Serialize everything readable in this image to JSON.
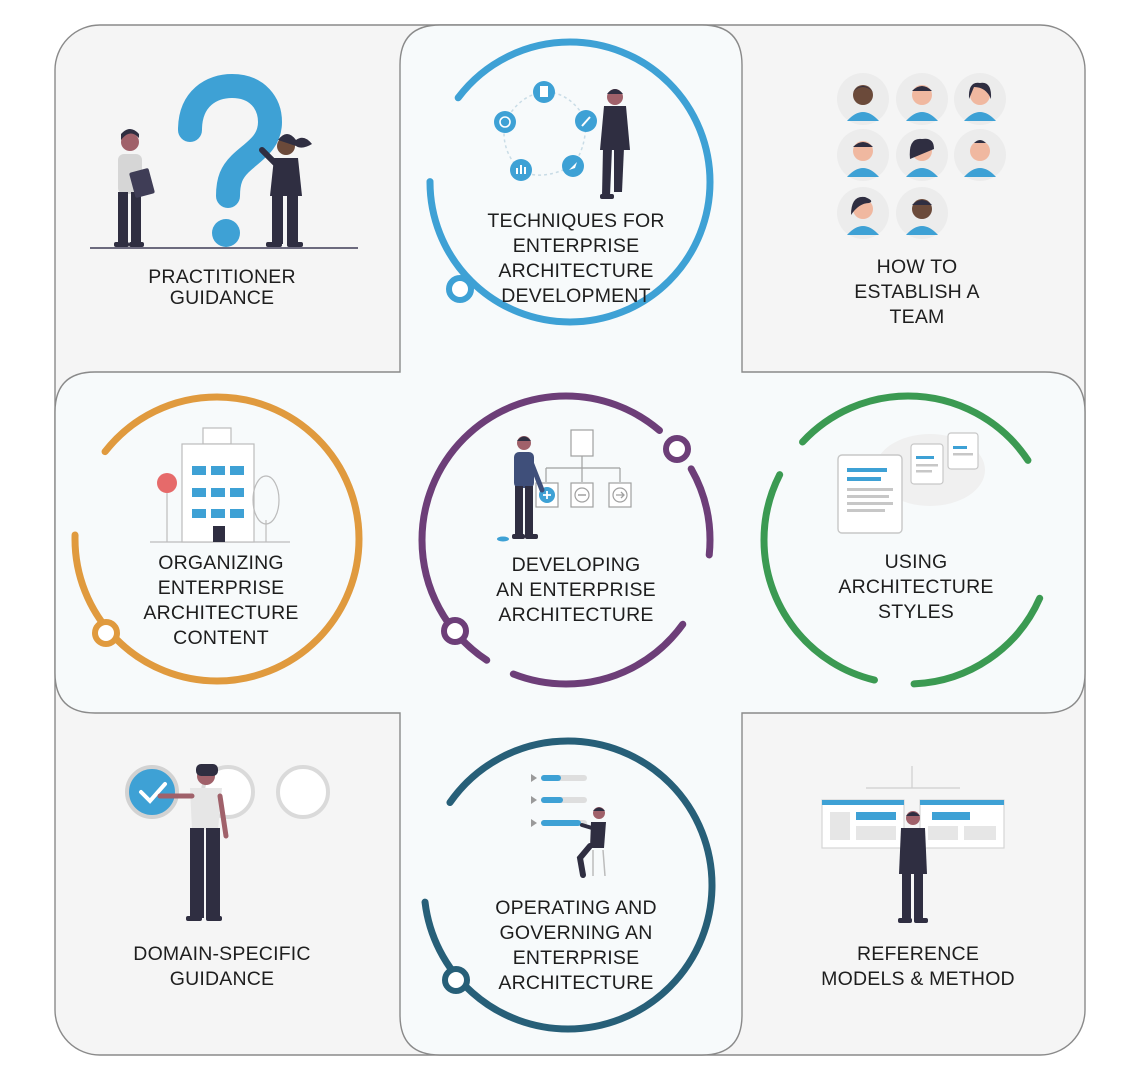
{
  "sections": {
    "practitioner": {
      "lines": [
        "PRACTITIONER",
        "GUIDANCE"
      ]
    },
    "techniques": {
      "lines": [
        "TECHNIQUES FOR",
        "ENTERPRISE",
        "ARCHITECTURE",
        "DEVELOPMENT"
      ],
      "ring_color": "#3ea1d5"
    },
    "team": {
      "lines": [
        "HOW TO",
        "ESTABLISH A",
        "TEAM"
      ]
    },
    "organizing": {
      "lines": [
        "ORGANIZING",
        "ENTERPRISE",
        "ARCHITECTURE",
        "CONTENT"
      ],
      "ring_color": "#e09a3e"
    },
    "developing": {
      "lines": [
        "DEVELOPING",
        "AN ENTERPRISE",
        "ARCHITECTURE"
      ],
      "ring_color": "#6d3e78"
    },
    "styles": {
      "lines": [
        "USING",
        "ARCHITECTURE",
        "STYLES"
      ],
      "ring_color": "#3b9a52"
    },
    "domain": {
      "lines": [
        "DOMAIN-SPECIFIC",
        "GUIDANCE"
      ]
    },
    "operating": {
      "lines": [
        "OPERATING AND",
        "GOVERNING AN",
        "ENTERPRISE",
        "ARCHITECTURE"
      ],
      "ring_color": "#275f78"
    },
    "reference": {
      "lines": [
        "REFERENCE",
        "MODELS & METHOD"
      ]
    }
  },
  "colors": {
    "panel_fill": "#f5f5f5",
    "cross_fill": "#f7fafb",
    "outline": "#8a8a8a",
    "accent_blue": "#3ea1d5",
    "figure_dark": "#2f2e41",
    "skin": "#a0616a"
  }
}
